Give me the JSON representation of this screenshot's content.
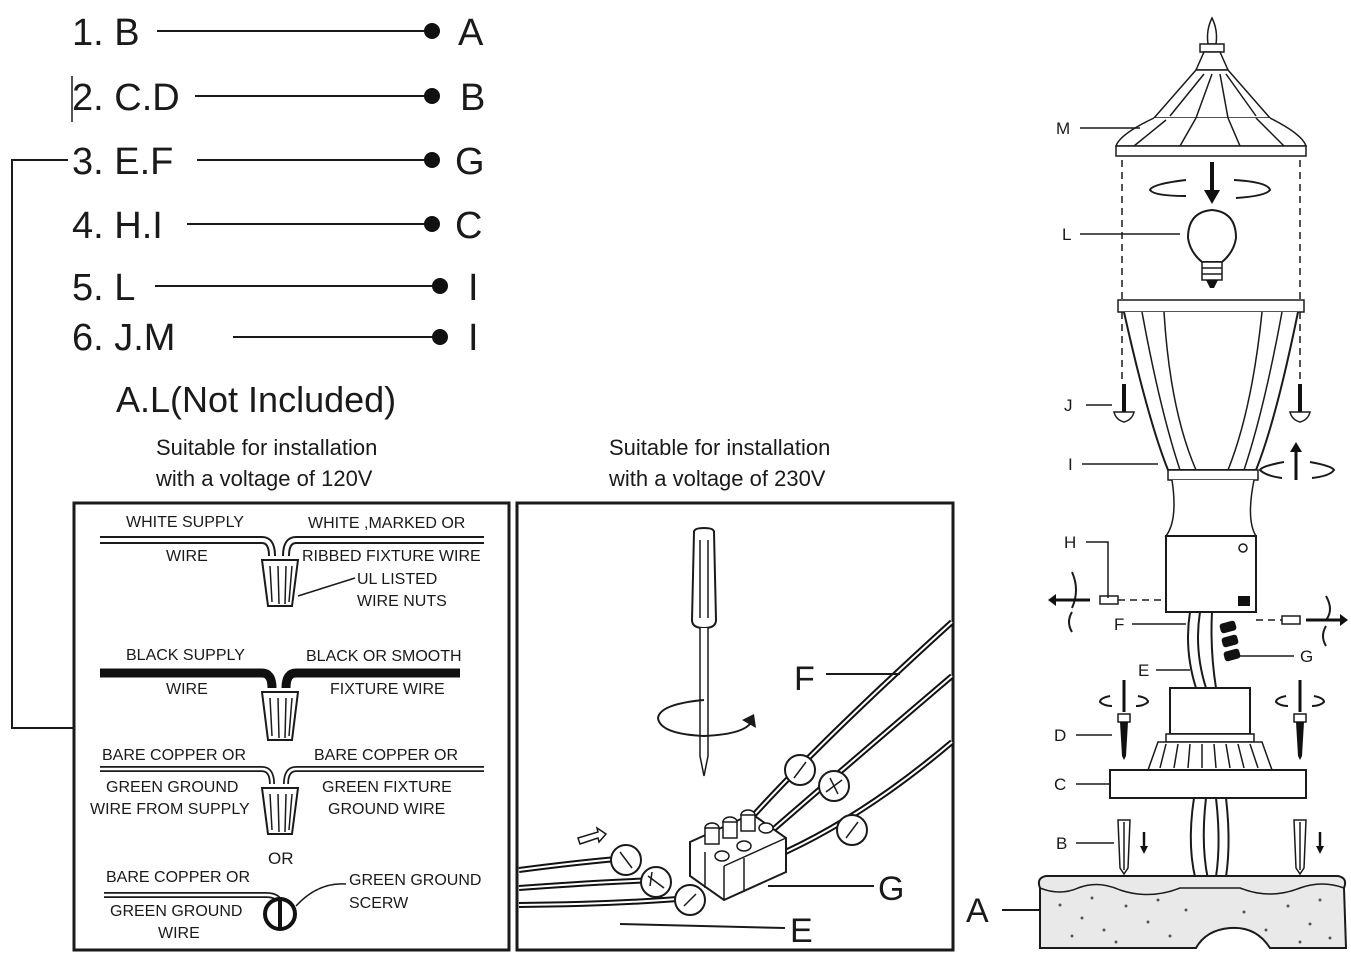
{
  "steps": [
    {
      "label": "1. B",
      "target": "A"
    },
    {
      "label": "2. C.D",
      "target": "B"
    },
    {
      "label": "3. E.F",
      "target": "G"
    },
    {
      "label": "4. H.I",
      "target": "C"
    },
    {
      "label": "5. L",
      "target": "I"
    },
    {
      "label": "6. J.M",
      "target": "I"
    }
  ],
  "note": "A.L(Not Included)",
  "caption_120v": [
    "Suitable for installation",
    "with a voltage of 120V"
  ],
  "caption_230v": [
    "Suitable for installation",
    "with a voltage of 230V"
  ],
  "wiring_120v": {
    "white_supply": [
      "WHITE SUPPLY",
      "WIRE"
    ],
    "white_fixture": [
      "WHITE ,MARKED OR",
      "RIBBED FIXTURE WIRE"
    ],
    "wire_nuts": [
      "UL LISTED",
      "WIRE NUTS"
    ],
    "black_supply": [
      "BLACK SUPPLY",
      "WIRE"
    ],
    "black_fixture": [
      "BLACK OR SMOOTH",
      "FIXTURE WIRE"
    ],
    "ground_supply": [
      "BARE COPPER OR",
      "GREEN GROUND",
      "WIRE FROM SUPPLY"
    ],
    "ground_fixture": [
      "BARE COPPER OR",
      "GREEN FIXTURE",
      "GROUND WIRE"
    ],
    "or": "OR",
    "ground_wire": [
      "BARE COPPER OR",
      "GREEN GROUND",
      "WIRE"
    ],
    "ground_screw": [
      "GREEN GROUND",
      "SCERW"
    ]
  },
  "wiring_230v": {
    "label_f": "F",
    "label_g": "G",
    "label_e": "E"
  },
  "parts": [
    "M",
    "L",
    "J",
    "I",
    "H",
    "F",
    "G",
    "E",
    "D",
    "C",
    "B",
    "A"
  ]
}
